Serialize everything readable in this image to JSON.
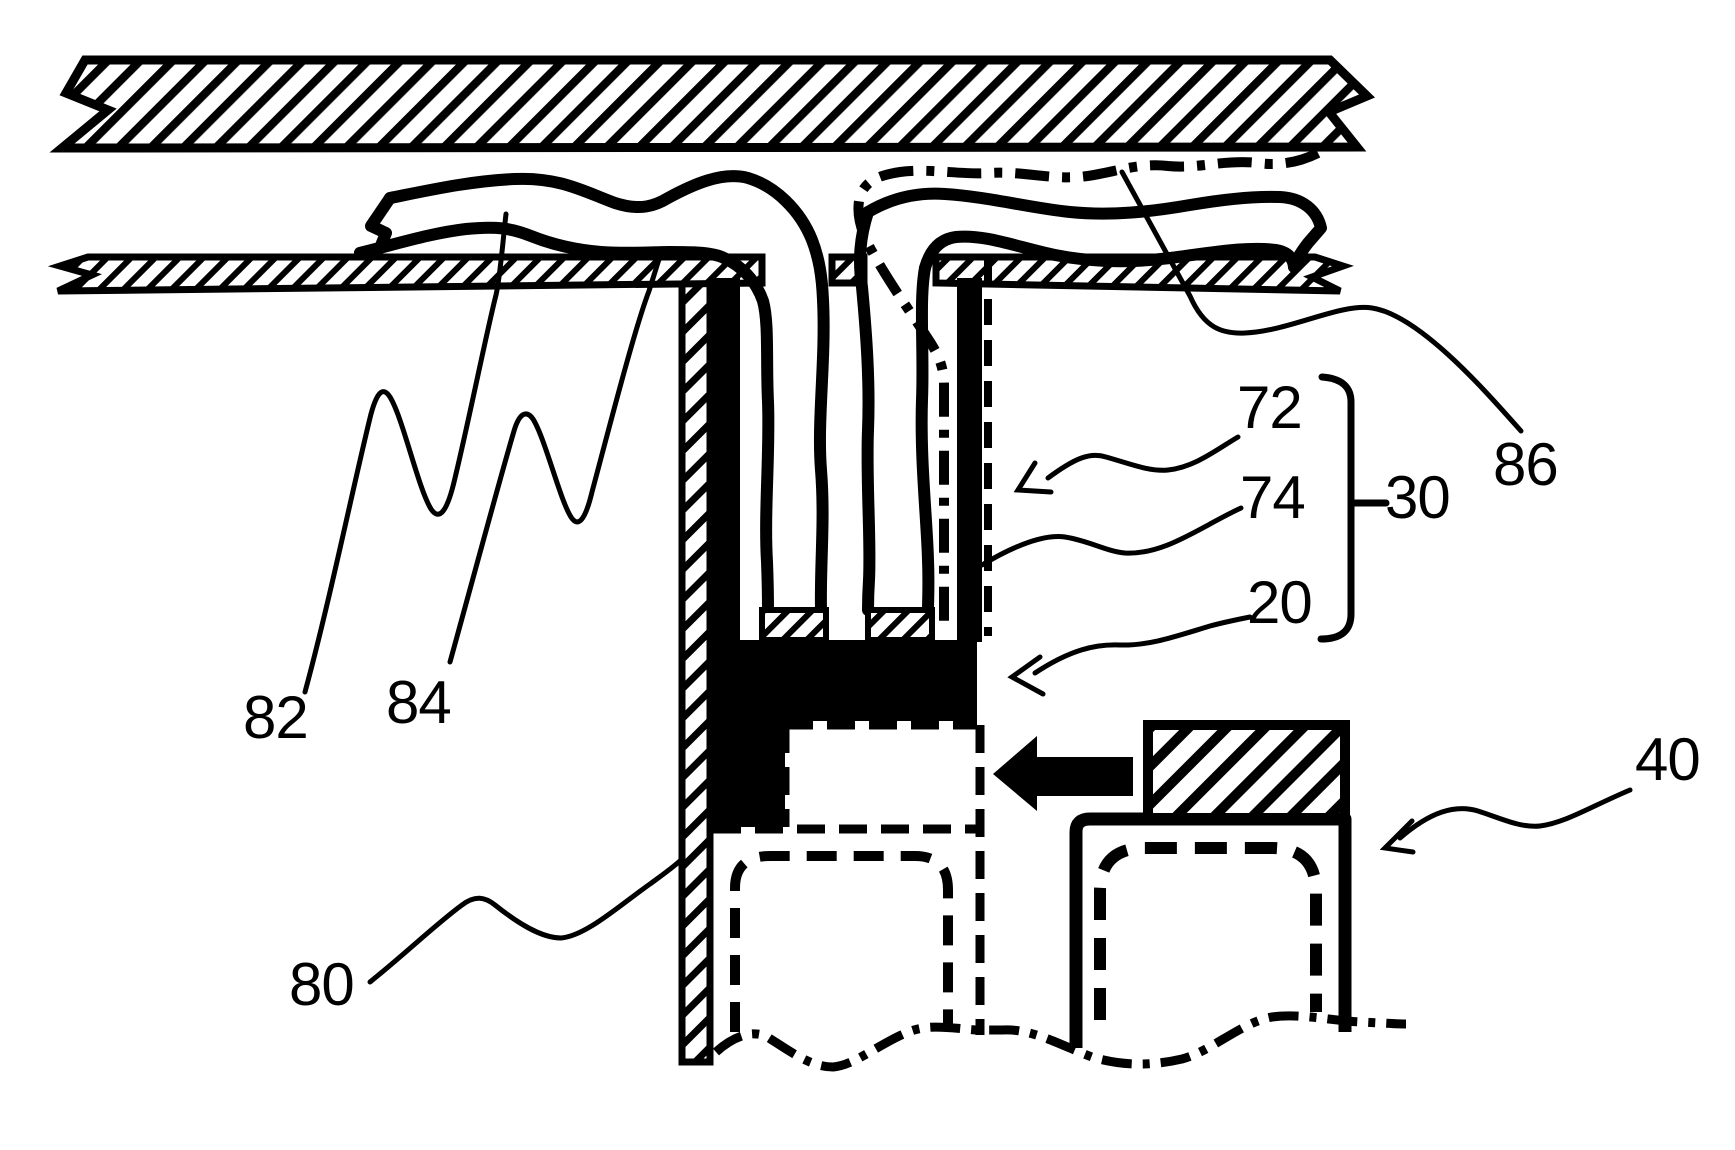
{
  "page": {
    "background_color": "#ffffff",
    "ink_color": "#000000",
    "kind": "patent-style line drawing, wire harness and connector cross-section"
  },
  "figure": {
    "reference_labels": {
      "r82": "82",
      "r84": "84",
      "r80": "80",
      "r72": "72",
      "r74": "74",
      "r20": "20",
      "r30": "30",
      "r86": "86",
      "r40": "40"
    }
  }
}
